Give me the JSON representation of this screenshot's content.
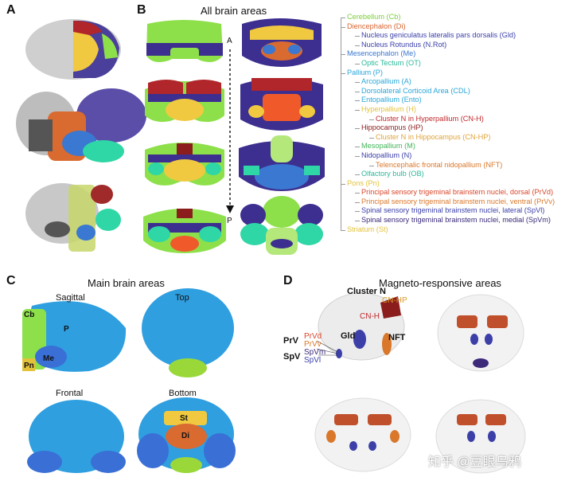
{
  "panels": {
    "A": {
      "letter": "A"
    },
    "B": {
      "letter": "B",
      "title": "All brain areas",
      "axis_start": "A",
      "axis_end": "P"
    },
    "C": {
      "letter": "C",
      "title": "Main brain areas",
      "views": [
        "Sagittal",
        "Top",
        "Frontal",
        "Bottom"
      ],
      "labels": {
        "cb": "Cb",
        "p": "P",
        "me": "Me",
        "pn": "Pn",
        "st": "St",
        "di": "Di"
      }
    },
    "D": {
      "letter": "D",
      "title": "Magneto-responsive areas",
      "labels": {
        "cluster_n": "Cluster N",
        "cn_hp": "CN-HP",
        "cn_h": "CN-H",
        "prv": "PrV",
        "spv": "SpV",
        "prvd": "PrVd",
        "prvv": "PrVv",
        "spvm": "SpVm",
        "spvl": "SpVl",
        "gld": "Gld",
        "nft": "NFT"
      }
    }
  },
  "watermark": "知乎 @豆眼乌鸦",
  "legend": [
    {
      "text": "Cerebellum (Cb)",
      "color": "#7ccf3a",
      "level": 0
    },
    {
      "text": "Diencephalon (Di)",
      "color": "#d9622b",
      "level": 0
    },
    {
      "text": "Nucleus geniculatus lateralis pars dorsalis (Gld)",
      "color": "#3b3fa8",
      "level": 1
    },
    {
      "text": "Nucleus Rotundus (N.Rot)",
      "color": "#3b3fa8",
      "level": 1
    },
    {
      "text": "Mesencephalon (Me)",
      "color": "#3a78d1",
      "level": 0
    },
    {
      "text": "Optic Tectum (OT)",
      "color": "#2ab89a",
      "level": 1
    },
    {
      "text": "Pallium (P)",
      "color": "#2aa6d8",
      "level": 0
    },
    {
      "text": "Arcopallium (A)",
      "color": "#2aa6d8",
      "level": 1
    },
    {
      "text": "Dorsolateral Corticoid Area (CDL)",
      "color": "#2aa6d8",
      "level": 1
    },
    {
      "text": "Entopallium (Ento)",
      "color": "#2aa6d8",
      "level": 1
    },
    {
      "text": "Hyperpallium (H)",
      "color": "#e3c23a",
      "level": 1
    },
    {
      "text": "Cluster N in Hyperpallium (CN-H)",
      "color": "#c0282b",
      "level": 2
    },
    {
      "text": "Hippocampus (HP)",
      "color": "#8b1d1d",
      "level": 1
    },
    {
      "text": "Cluster N in Hippocampus (CN-HP)",
      "color": "#e0a43a",
      "level": 2
    },
    {
      "text": "Mesopallium (M)",
      "color": "#43b55a",
      "level": 1
    },
    {
      "text": "Nidopallium (N)",
      "color": "#3b3fa8",
      "level": 1
    },
    {
      "text": "Telencephalic frontal nidopallium (NFT)",
      "color": "#d9782b",
      "level": 2
    },
    {
      "text": "Olfactory bulb (OB)",
      "color": "#2ab89a",
      "level": 1
    },
    {
      "text": "Pons (Pn)",
      "color": "#e3c23a",
      "level": 0
    },
    {
      "text": "Principal sensory trigeminal brainstem nuclei, dorsal (PrVd)",
      "color": "#d9462b",
      "level": 1
    },
    {
      "text": "Principal sensory trigeminal brainstem nuclei, ventral (PrVv)",
      "color": "#d9782b",
      "level": 1
    },
    {
      "text": "Spinal sensory trigeminal brainstem nuclei, lateral (SpVl)",
      "color": "#3b3fa8",
      "level": 1
    },
    {
      "text": "Spinal sensory trigeminal brainstem nuclei, medial (SpVm)",
      "color": "#3b2a7a",
      "level": 1
    },
    {
      "text": "Striatum (St)",
      "color": "#e3c23a",
      "level": 0
    }
  ]
}
